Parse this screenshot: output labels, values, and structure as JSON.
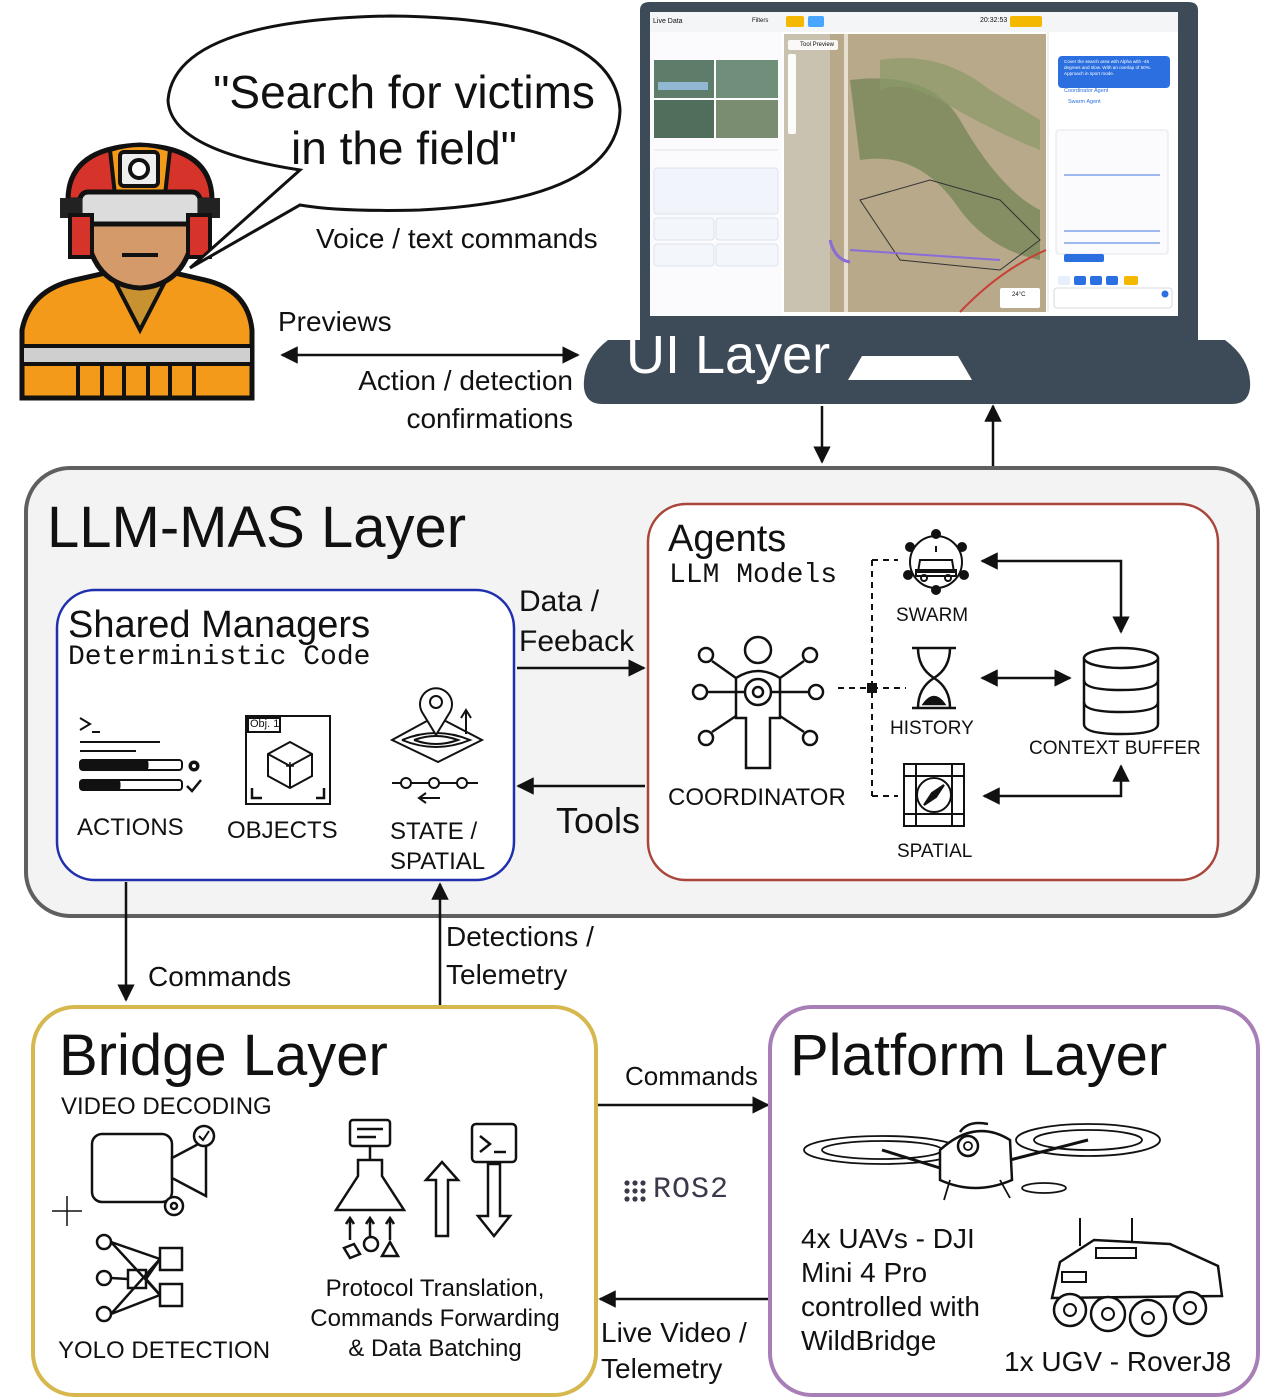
{
  "operator": {
    "speech": "\"Search for victims in the field\"",
    "speech_line1": "\"Search for victims",
    "speech_line2": "in the field\"",
    "voice_label": "Voice / text commands",
    "previews_label": "Previews",
    "action_label_line1": "Action / detection",
    "action_label_line2": "confirmations"
  },
  "ui_layer": {
    "title": "UI Layer",
    "screen": {
      "live_data": "Live Data",
      "filters": "Filters",
      "tool_preview": "Tool Preview",
      "coordinator_agent": "Coordinator Agent",
      "swarm_agent": "Swarm Agent",
      "chat_message": "Cover the search area with Alpha with -45 degrees and slow. With an overlap of 50%. Approach in sport mode.",
      "temperature": "24°C",
      "clock": "20:32:53"
    }
  },
  "llm_mas": {
    "title": "LLM-MAS Layer",
    "shared_managers": {
      "title": "Shared Managers",
      "subtitle": "Deterministic Code",
      "actions": "ACTIONS",
      "objects": "OBJECTS",
      "objects_tag": "Obj. 1",
      "state_line1": "STATE /",
      "state_line2": "SPATIAL"
    },
    "data_feedback_line1": "Data /",
    "data_feedback_line2": "Feeback",
    "tools": "Tools",
    "agents": {
      "title": "Agents",
      "subtitle": "LLM Models",
      "coordinator": "COORDINATOR",
      "swarm": "SWARM",
      "history": "HISTORY",
      "spatial": "SPATIAL",
      "context_buffer": "CONTEXT BUFFER"
    }
  },
  "links": {
    "commands_down": "Commands",
    "detections_line1": "Detections /",
    "detections_line2": "Telemetry",
    "commands_right": "Commands",
    "ros2": "ROS2",
    "live_video_line1": "Live Video /",
    "live_video_line2": "Telemetry"
  },
  "bridge": {
    "title": "Bridge Layer",
    "video_decoding": "VIDEO DECODING",
    "yolo_detection": "YOLO DETECTION",
    "protocol_line1": "Protocol Translation,",
    "protocol_line2": "Commands Forwarding",
    "protocol_line3": "& Data Batching"
  },
  "platform": {
    "title": "Platform Layer",
    "uav_line1": "4x UAVs - DJI",
    "uav_line2": "Mini 4 Pro",
    "uav_line3": "controlled with",
    "uav_line4": "WildBridge",
    "ugv": "1x UGV - RoverJ8"
  },
  "colors": {
    "llm_border": "#5f5f5f",
    "llm_fill": "#f3f3f3",
    "shared_border": "#1f2fae",
    "agents_border": "#a9453b",
    "bridge_border": "#d6b84e",
    "platform_border": "#a77fb6",
    "laptop": "#3d4a57",
    "vest": "#f39a1a",
    "helmet": "#d6342b"
  }
}
